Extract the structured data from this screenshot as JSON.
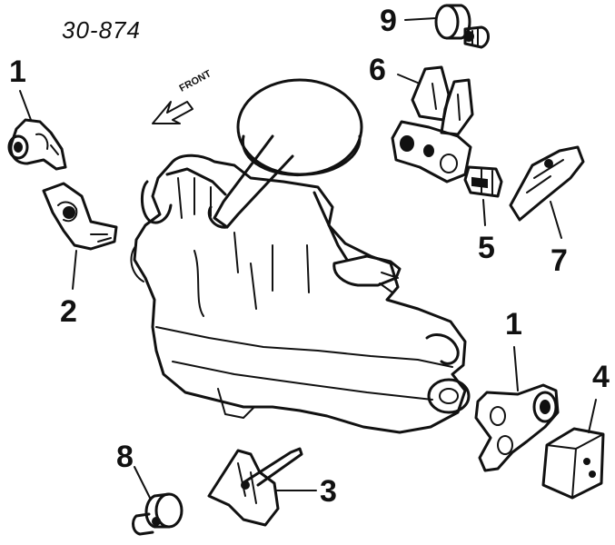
{
  "diagram": {
    "code": "30-874",
    "front_label": "FRONT",
    "callouts": [
      {
        "id": "c1a",
        "text": "1"
      },
      {
        "id": "c2",
        "text": "2"
      },
      {
        "id": "c9",
        "text": "9"
      },
      {
        "id": "c6",
        "text": "6"
      },
      {
        "id": "c5",
        "text": "5"
      },
      {
        "id": "c7",
        "text": "7"
      },
      {
        "id": "c1b",
        "text": "1"
      },
      {
        "id": "c4",
        "text": "4"
      },
      {
        "id": "c8",
        "text": "8"
      },
      {
        "id": "c3",
        "text": "3"
      }
    ]
  }
}
